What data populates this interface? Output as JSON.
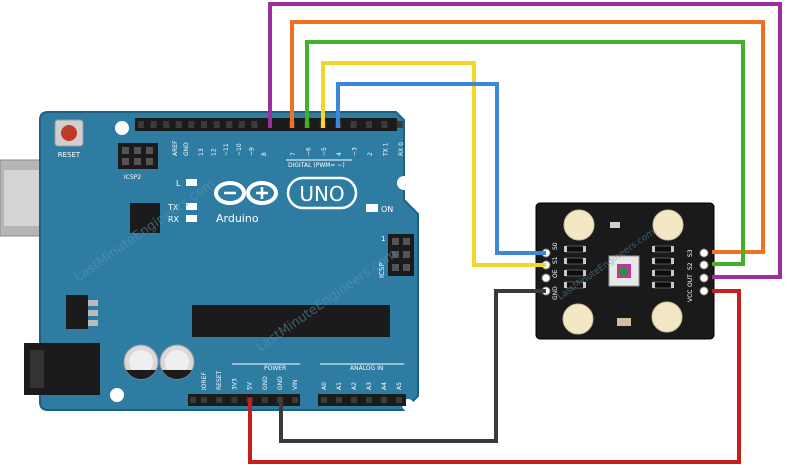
{
  "arduino": {
    "reset_label": "RESET",
    "icsp2_label": "ICSP2",
    "icsp_label": "ICSP",
    "aref_label": "AREF",
    "gnd_label": "GND",
    "digital_header": "DIGITAL (PWM= ~)",
    "digital_pins": [
      "13",
      "12",
      "~11",
      "~10",
      "~9",
      "8",
      "7",
      "~6",
      "~5",
      "4",
      "~3",
      "2",
      "TX 1",
      "RX 0"
    ],
    "l_label": "L",
    "tx_label": "TX",
    "rx_label": "RX",
    "on_label": "ON",
    "uno_label": "UNO",
    "brand_label": "Arduino",
    "icsp_pin1": "1",
    "power_header": "POWER",
    "power_pins": [
      "IOREF",
      "RESET",
      "3V3",
      "5V",
      "GND",
      "GND",
      "VIN"
    ],
    "analog_header": "ANALOG IN",
    "analog_pins": [
      "A0",
      "A1",
      "A2",
      "A3",
      "A4",
      "A5"
    ]
  },
  "sensor": {
    "left_pins": [
      "S0",
      "S1",
      "OE",
      "GND"
    ],
    "right_pins": [
      "S3",
      "S2",
      "OUT",
      "VCC"
    ]
  },
  "watermark": "LastMinuteEngineers.com",
  "colors": {
    "board": "#2f7ca3",
    "board_dark": "#1f5f80",
    "sensor_board": "#1a1a1a",
    "wire_purple": "#9a2f9d",
    "wire_orange": "#f36f22",
    "wire_green": "#43b02a",
    "wire_yellow": "#f5d52a",
    "wire_blue": "#3d87d9",
    "wire_black": "#3a3a3a",
    "wire_red": "#c81d1d"
  }
}
